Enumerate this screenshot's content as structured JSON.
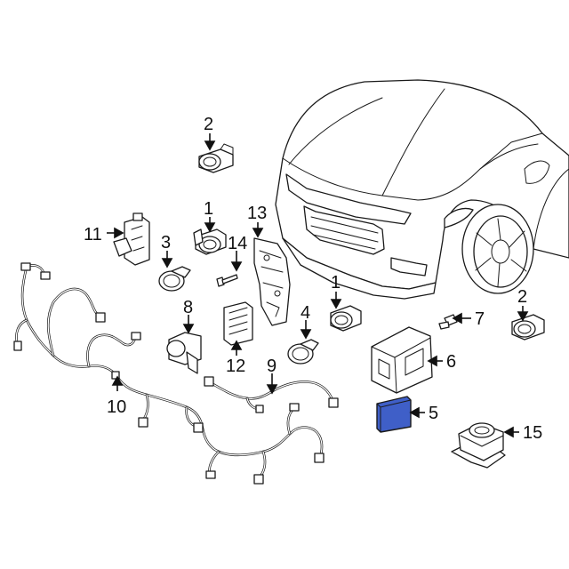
{
  "callouts": {
    "c1a": "1",
    "c1b": "1",
    "c2a": "2",
    "c2b": "2",
    "c3": "3",
    "c4": "4",
    "c5": "5",
    "c6": "6",
    "c7": "7",
    "c8": "8",
    "c9": "9",
    "c10": "10",
    "c11": "11",
    "c12": "12",
    "c13": "13",
    "c14": "14",
    "c15": "15"
  },
  "colors": {
    "line": "#1a1a1a",
    "highlight": "#3f5fc8",
    "background": "#ffffff"
  }
}
